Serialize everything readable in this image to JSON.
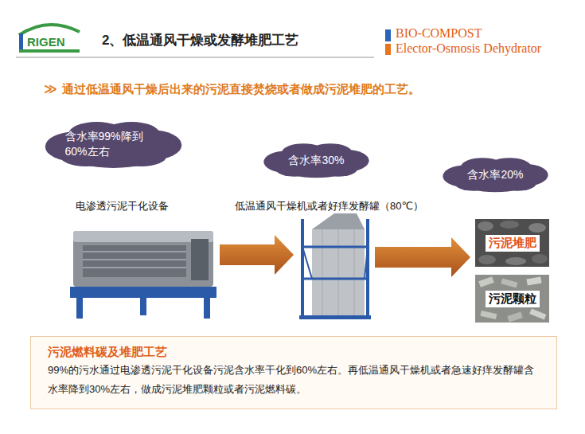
{
  "diagram": {
    "title": "2、低温通风干燥或发酵堆肥工艺",
    "nodes": [
      {
        "text": [
          "含水率99%降到60%左右"
        ]
      },
      {
        "text": [
          "电渗透污泥干化设备"
        ]
      },
      {
        "text": [
          "含水率30%"
        ]
      },
      {
        "text": [
          "低温通风干燥机或者好痒发酵罐（80℃）"
        ]
      },
      {
        "text": [
          "含水率20%"
        ]
      },
      {
        "text": [
          "污泥堆肥"
        ]
      },
      {
        "text": [
          "污泥颗粒"
        ]
      },
      {
        "text": [
          "污泥燃料碳及堆肥工艺",
          "99%的污水通过电渗透污泥干化设备污泥含水率干化到60%左右。再低温通风干燥机或者急速好痒发酵罐含水率降到30%左右，做成污泥堆肥颗粒或者污泥燃料碳。"
        ]
      }
    ],
    "edges": [
      {
        "from": 1,
        "to": 3,
        "arrow": "to"
      },
      {
        "from": 3,
        "to": 5,
        "arrow": "to"
      }
    ],
    "labels": [
      "RIGEN",
      "BIO-COMPOST",
      "Elector-Osmosis Dehydrator",
      "≫",
      "通过低温通风干燥后出来的污泥直接焚烧或者做成污泥堆肥的工艺。"
    ]
  }
}
